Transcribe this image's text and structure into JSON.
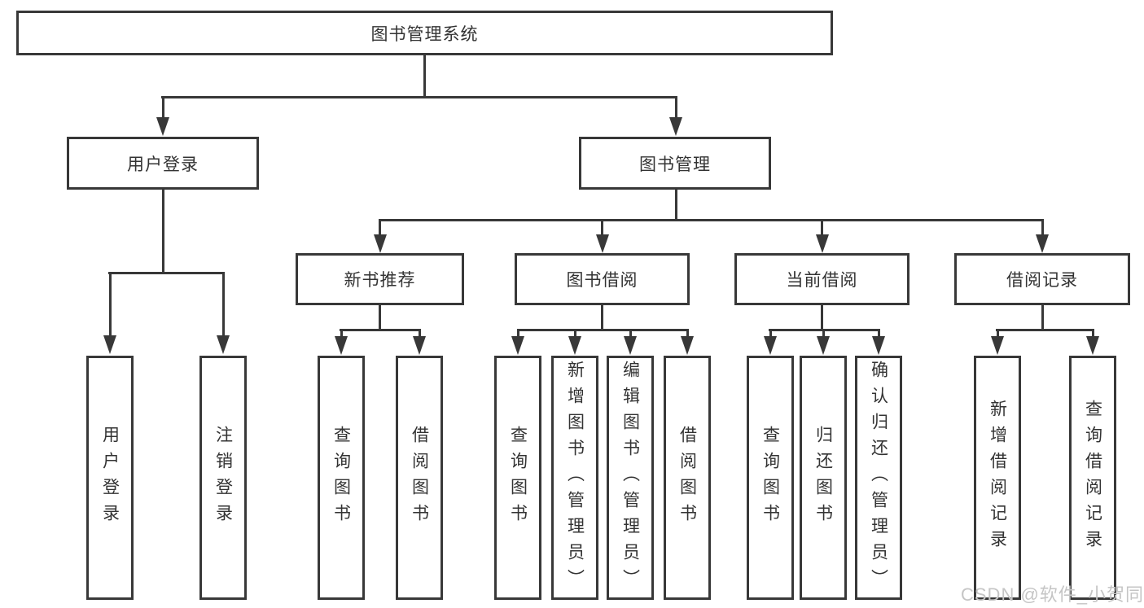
{
  "diagram": {
    "root": {
      "label": "图书管理系统"
    },
    "level2": [
      {
        "label": "用户登录"
      },
      {
        "label": "图书管理"
      }
    ],
    "level3": [
      {
        "label": "新书推荐"
      },
      {
        "label": "图书借阅"
      },
      {
        "label": "当前借阅"
      },
      {
        "label": "借阅记录"
      }
    ],
    "leaves": {
      "user_login": [
        "用户登录",
        "注销登录"
      ],
      "new_book_recommend": [
        "查询图书",
        "借阅图书"
      ],
      "book_borrowing": [
        "查询图书",
        "新增图书（管理员）",
        "编辑图书（管理员）",
        "借阅图书"
      ],
      "current_borrowing": [
        "查询图书",
        "归还图书",
        "确认归还（管理员）"
      ],
      "borrowing_records": [
        "新增借阅记录",
        "查询借阅记录"
      ]
    }
  },
  "watermark": "CSDN @软件_小贺同学",
  "colors": {
    "line": "#383838",
    "text": "#333333",
    "watermark": "#c5c5c5",
    "background": "#ffffff"
  }
}
